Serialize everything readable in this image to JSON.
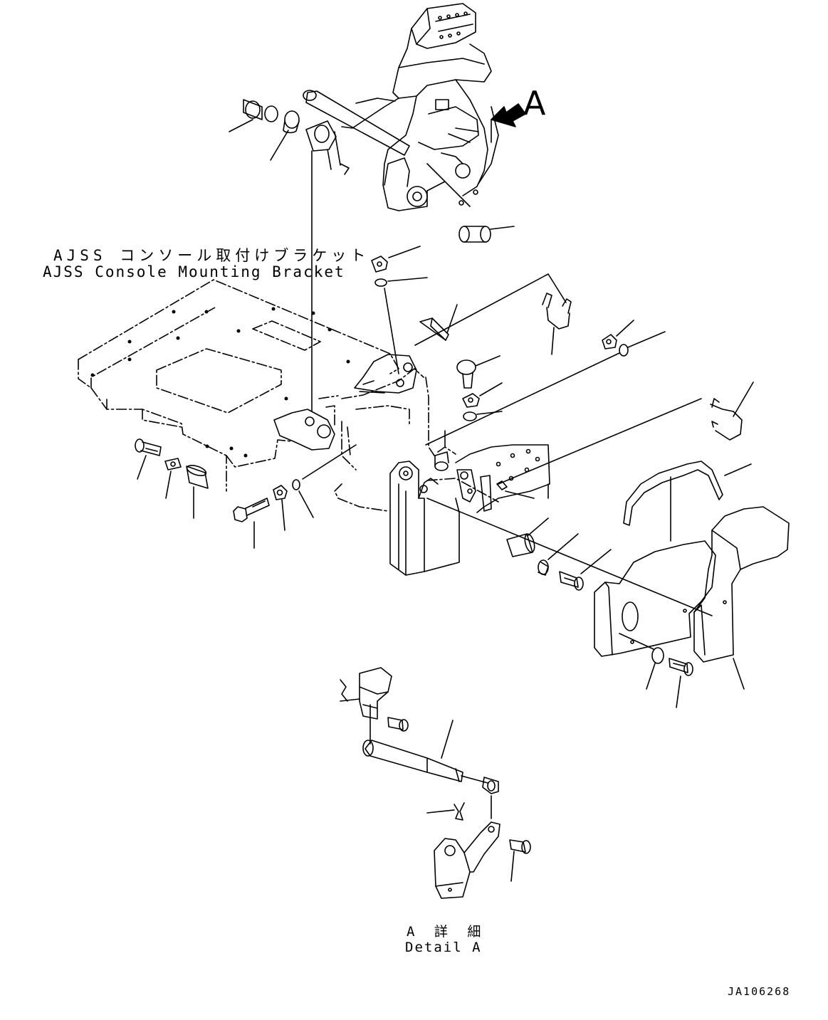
{
  "callout": {
    "letter": "A"
  },
  "bracket_label": {
    "jp": "AJSS コンソール取付けブラケット",
    "en": "AJSS Console Mounting Bracket"
  },
  "detail_label": {
    "jp": "A 詳 細",
    "en": "Detail A"
  },
  "drawing_code": "JA106268",
  "colors": {
    "ink": "#000000",
    "paper": "#ffffff"
  }
}
